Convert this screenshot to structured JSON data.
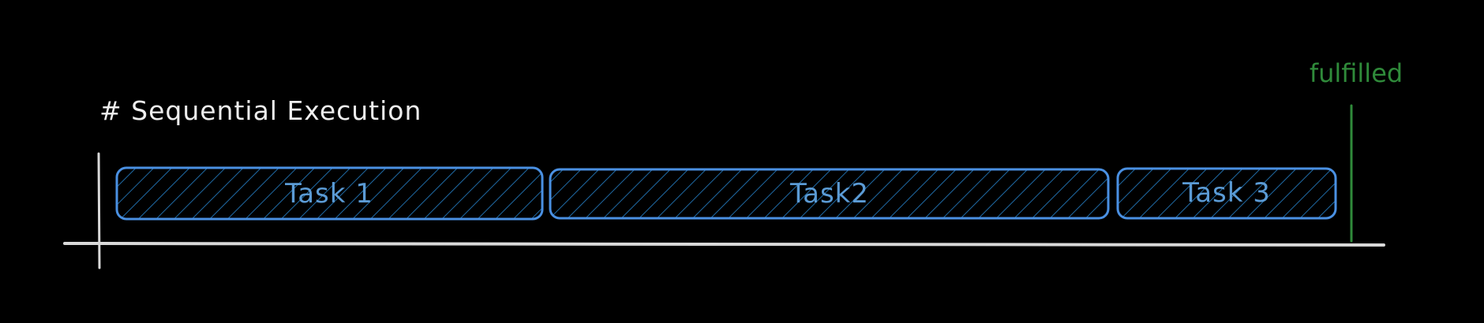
{
  "title": "# Sequential Execution",
  "tasks": [
    {
      "label": "Task 1"
    },
    {
      "label": "Task2"
    },
    {
      "label": "Task 3"
    }
  ],
  "status": {
    "label": "fulfilled"
  },
  "colors": {
    "background": "#000000",
    "axis": "#d9d9d9",
    "task_stroke": "#4a90e2",
    "task_hatch": "#1f6aa5",
    "task_text": "#5b9bd5",
    "status": "#2f8a3a",
    "title": "#eeeeee"
  }
}
